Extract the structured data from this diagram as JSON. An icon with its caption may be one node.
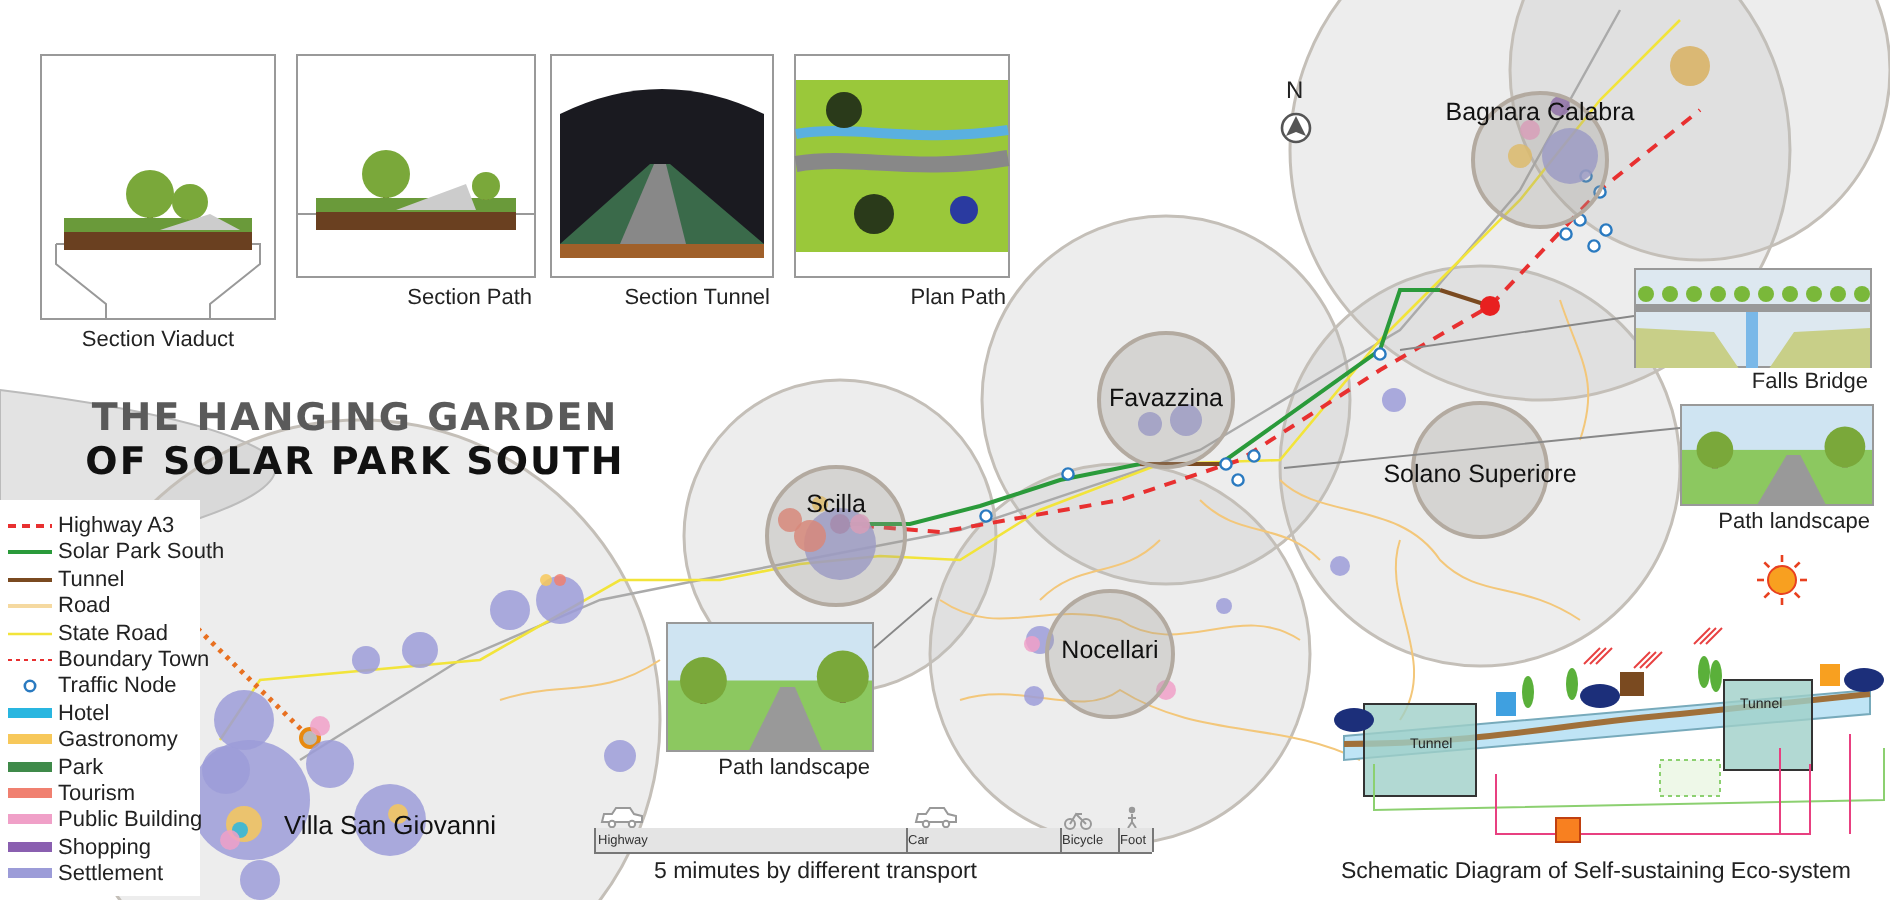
{
  "diagram": {
    "title": "THE HANGING GARDEN **OF** **SOLAR PARK SOUTH**",
    "nodes": [
      {
        "text": [
          "Section Viaduct"
        ]
      },
      {
        "text": [
          "Section Path"
        ]
      },
      {
        "text": [
          "Section Tunnel"
        ]
      },
      {
        "text": [
          "Plan Path"
        ]
      },
      {
        "text": [
          "Falls Bridge"
        ]
      },
      {
        "text": [
          "Path landscape"
        ]
      },
      {
        "text": [
          "Path landscape"
        ]
      },
      {
        "text": [
          "Bagnara Calabra"
        ]
      },
      {
        "text": [
          "Favazzina"
        ]
      },
      {
        "text": [
          "Scilla"
        ]
      },
      {
        "text": [
          "Solano Superiore"
        ]
      },
      {
        "text": [
          "Nocellari"
        ]
      },
      {
        "text": [
          "Villa San Giovanni"
        ]
      },
      {
        "text": [
          "Schematic Diagram of Self-sustaining Eco-system"
        ]
      }
    ],
    "edges": [
      {
        "from": 4,
        "to": null,
        "arrow": "none"
      },
      {
        "from": 5,
        "to": null,
        "arrow": "none"
      },
      {
        "from": 6,
        "to": null,
        "arrow": "none"
      }
    ],
    "labels": [
      "N",
      "Tunnel",
      "Tunnel",
      "Highway",
      "Car",
      "Bicycle",
      "Foot",
      "5 mimutes by different transport"
    ],
    "legend": [
      {
        "text": "Highway A3"
      },
      {
        "text": "Solar Park South"
      },
      {
        "text": "Tunnel"
      },
      {
        "text": "Road"
      },
      {
        "text": "State Road"
      },
      {
        "text": "Boundary Town"
      },
      {
        "text": "Traffic Node"
      },
      {
        "text": "Hotel",
        "color": "#29b6e0"
      },
      {
        "text": "Gastronomy",
        "color": "#f7c85a"
      },
      {
        "text": "Park",
        "color": "#3f8a4a"
      },
      {
        "text": "Tourism",
        "color": "#f08070"
      },
      {
        "text": "Public Building",
        "color": "#f0a0c8"
      },
      {
        "text": "Shopping",
        "color": "#8a5fb0"
      },
      {
        "text": "Settlement",
        "color": "#9c9cd8"
      }
    ]
  }
}
